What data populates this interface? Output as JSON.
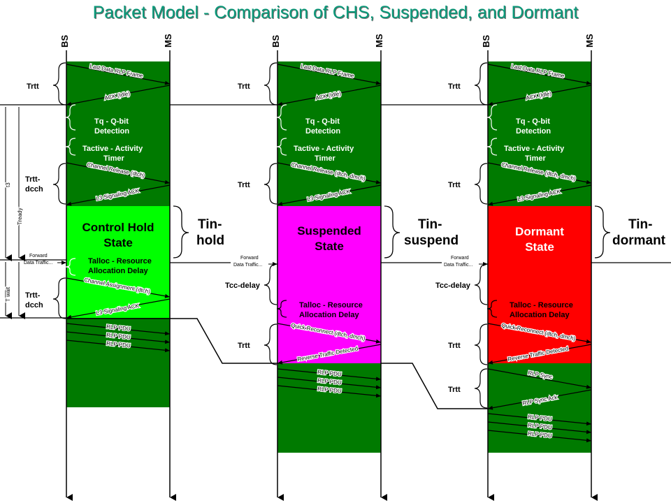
{
  "title": "Packet Model - Comparison of CHS, Suspended, and Dormant",
  "colors": {
    "dark_green": "#007a00",
    "chs_state": "#00ff00",
    "suspended_state": "#ff00ff",
    "dormant_state": "#ff0000"
  },
  "columns": [
    {
      "bs_label": "BS",
      "ms_label": "MS",
      "state_label_1": "Control Hold",
      "state_label_2": "State",
      "tin_label_1": "Tin-",
      "tin_label_2": "hold",
      "forward_data_1": "Forward",
      "forward_data_2": "Data Traffic...",
      "tq_1": "Tq - Q-bit",
      "tq_2": "Detection",
      "tactive_1": "Tactive - Activity",
      "tactive_2": "Timer",
      "talloc_1": "Talloc - Resource",
      "talloc_2": "Allocation Delay",
      "side_labels": [
        {
          "line1": "Trtt",
          "line2": ""
        },
        {
          "line1": "Trtt-",
          "line2": "dcch"
        },
        {
          "line1": "Trtt-",
          "line2": "dcch"
        }
      ],
      "messages": [
        "Last Data RLP Frame",
        "ACK (Idle)",
        "Channel Release (dtch)",
        "L3 Signaling ACK",
        "Channel Assignment (dtch)",
        "L3 Signaling ACK",
        "RLP PDU",
        "RLP PDU",
        "RLP PDU"
      ]
    },
    {
      "bs_label": "BS",
      "ms_label": "MS",
      "state_label_1": "Suspended",
      "state_label_2": "State",
      "tin_label_1": "Tin-",
      "tin_label_2": "suspend",
      "forward_data_1": "Forward",
      "forward_data_2": "Data Traffic...",
      "tq_1": "Tq - Q-bit",
      "tq_2": "Detection",
      "tactive_1": "Tactive - Activity",
      "tactive_2": "Timer",
      "talloc_1": "Talloc - Resource",
      "talloc_2": "Allocation Delay",
      "side_labels": [
        {
          "line1": "Trtt",
          "line2": ""
        },
        {
          "line1": "Trtt",
          "line2": ""
        },
        {
          "line1": "Tcc-delay",
          "line2": ""
        },
        {
          "line1": "Trtt",
          "line2": ""
        }
      ],
      "messages": [
        "Last Data RLP Frame",
        "ACK (Idle)",
        "Channel Release (dtch, dmch)",
        "L3 Signaling ACK",
        "Quick Reconnect (dtch, dmch)",
        "Reverse Traffic Detected",
        "RLP PDU",
        "RLP PDU",
        "RLP PDU"
      ]
    },
    {
      "bs_label": "BS",
      "ms_label": "MS",
      "state_label_1": "Dormant",
      "state_label_2": "State",
      "tin_label_1": "Tin-",
      "tin_label_2": "dormant",
      "forward_data_1": "Forward",
      "forward_data_2": "Data Traffic...",
      "tq_1": "Tq - Q-bit",
      "tq_2": "Detection",
      "tactive_1": "Tactive - Activity",
      "tactive_2": "Timer",
      "talloc_1": "Talloc - Resource",
      "talloc_2": "Allocation Delay",
      "side_labels": [
        {
          "line1": "Trtt",
          "line2": ""
        },
        {
          "line1": "Trtt",
          "line2": ""
        },
        {
          "line1": "Tcc-delay",
          "line2": ""
        },
        {
          "line1": "Trtt",
          "line2": ""
        },
        {
          "line1": "Trtt",
          "line2": ""
        }
      ],
      "messages": [
        "Last Data RLP Frame",
        "ACK (Idle)",
        "Channel Release (dtch, dmch)",
        "L3 Signaling ACK",
        "Quick Reconnect (dtch, dmch)",
        "Reverse Traffic Detected",
        "RLP Sync",
        "RLP Sync Ack",
        "RLP PDU",
        "RLP PDU",
        "RLP PDU"
      ]
    }
  ],
  "timers": {
    "t3": "t3",
    "tready": "Tready",
    "twait": "T wait"
  }
}
